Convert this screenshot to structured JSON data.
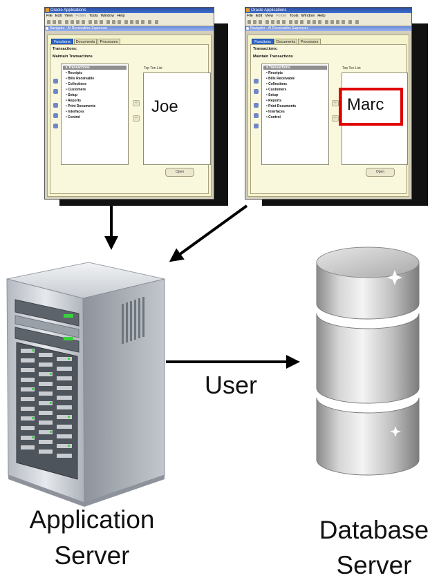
{
  "windows": [
    {
      "title": "Oracle Applications",
      "menu": [
        "File",
        "Edit",
        "View",
        "Folder",
        "Tools",
        "Window",
        "Help"
      ],
      "navigator_title": "Navigator - AI Receivables Superuser",
      "tabs": [
        "Functions",
        "Documents",
        "Processes"
      ],
      "heading1": "Transactions:",
      "heading2": "Maintain Transactions",
      "tree_items": [
        "Transactions",
        "Receipts",
        "Bills Receivable",
        "Collections",
        "Customers",
        "Setup",
        "Reports",
        "Print Documents",
        "Interfaces",
        "Control"
      ],
      "top_ten_label": "Top Ten List",
      "open_button": "Open",
      "user": "Joe"
    },
    {
      "title": "Oracle Applications",
      "menu": [
        "File",
        "Edit",
        "View",
        "Folder",
        "Tools",
        "Window",
        "Help"
      ],
      "navigator_title": "Navigator - AI Receivables Superuser",
      "tabs": [
        "Functions",
        "Documents",
        "Processes"
      ],
      "heading1": "Transactions:",
      "heading2": "Maintain Transactions",
      "tree_items": [
        "Transactions",
        "Receipts",
        "Bills Receivable",
        "Collections",
        "Customers",
        "Setup",
        "Reports",
        "Print Documents",
        "Interfaces",
        "Control"
      ],
      "top_ten_label": "Top Ten List",
      "open_button": "Open",
      "user": "Marc"
    }
  ],
  "connection_label": "User",
  "app_server": {
    "line1": "Application",
    "line2": "Server"
  },
  "db_server": {
    "line1": "Database",
    "line2": "Server"
  },
  "colors": {
    "highlight": "#e00000",
    "arrow": "#000000",
    "server_body": "#c9cdd3",
    "db_body": "#b5b5b5"
  }
}
